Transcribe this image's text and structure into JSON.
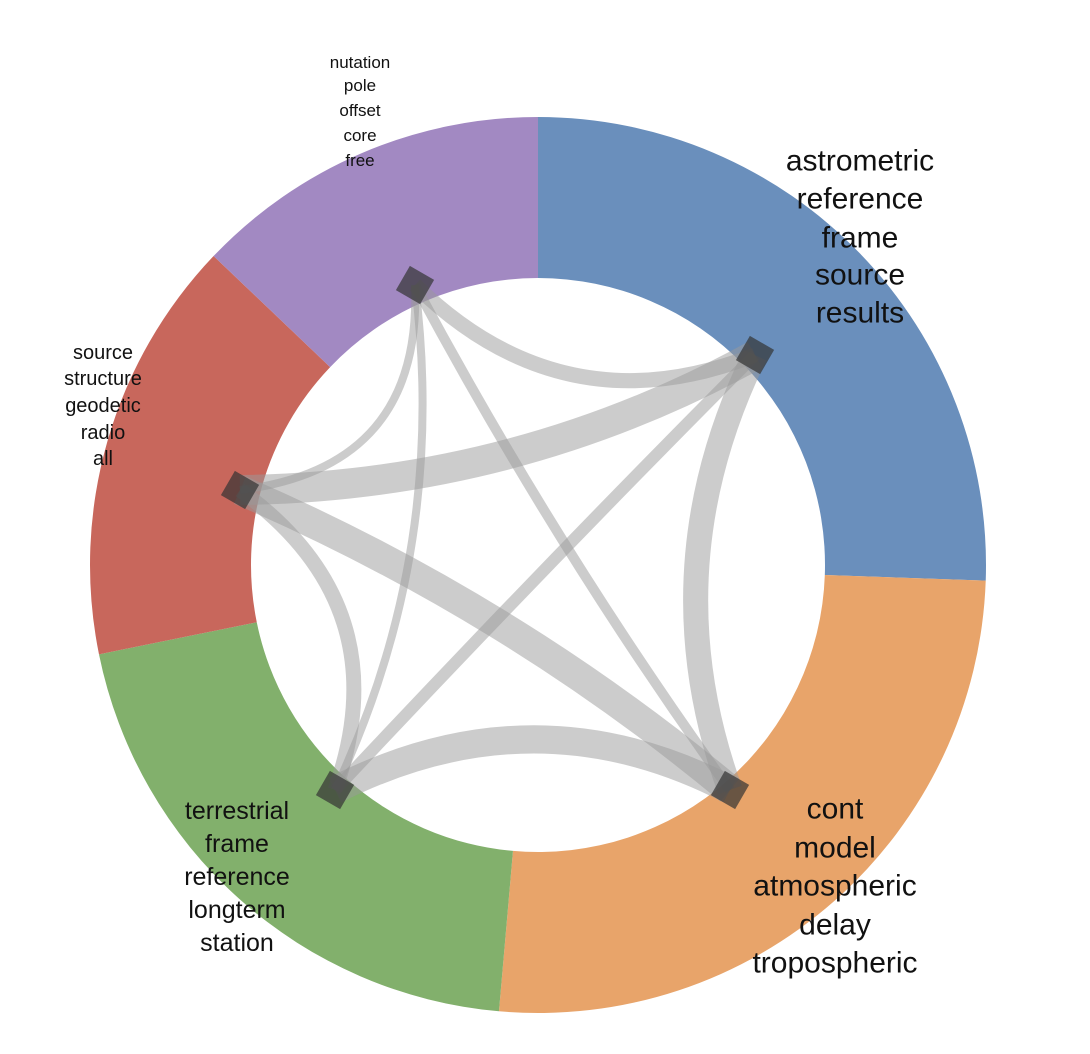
{
  "segments": [
    {
      "id": "astrometric",
      "color": "#6a8fbc",
      "lines": [
        "astrometric",
        "reference",
        "frame",
        "source",
        "results"
      ]
    },
    {
      "id": "atmospheric",
      "color": "#e8a46a",
      "lines": [
        "cont",
        "model",
        "atmospheric",
        "delay",
        "tropospheric"
      ]
    },
    {
      "id": "terrestrial",
      "color": "#82b06c",
      "lines": [
        "terrestrial",
        "frame",
        "reference",
        "longterm",
        "station"
      ]
    },
    {
      "id": "source-structure",
      "color": "#c8675c",
      "lines": [
        "source",
        "structure",
        "geodetic",
        "radio",
        "all"
      ]
    },
    {
      "id": "nutation",
      "color": "#a289c2",
      "lines": [
        "nutation",
        "pole",
        "offset",
        "core",
        "free"
      ]
    }
  ],
  "links": [
    {
      "source": "astrometric",
      "target": "source-structure",
      "weight": 30
    },
    {
      "source": "source-structure",
      "target": "atmospheric",
      "weight": 30
    },
    {
      "source": "terrestrial",
      "target": "atmospheric",
      "weight": 28
    },
    {
      "source": "astrometric",
      "target": "atmospheric",
      "weight": 25
    },
    {
      "source": "nutation",
      "target": "astrometric",
      "weight": 15
    },
    {
      "source": "source-structure",
      "target": "terrestrial",
      "weight": 15
    },
    {
      "source": "astrometric",
      "target": "terrestrial",
      "weight": 12
    },
    {
      "source": "nutation",
      "target": "atmospheric",
      "weight": 10
    },
    {
      "source": "nutation",
      "target": "source-structure",
      "weight": 8
    },
    {
      "source": "nutation",
      "target": "terrestrial",
      "weight": 8
    }
  ],
  "link_color": "#9a9a9a",
  "node_color": "#333333"
}
